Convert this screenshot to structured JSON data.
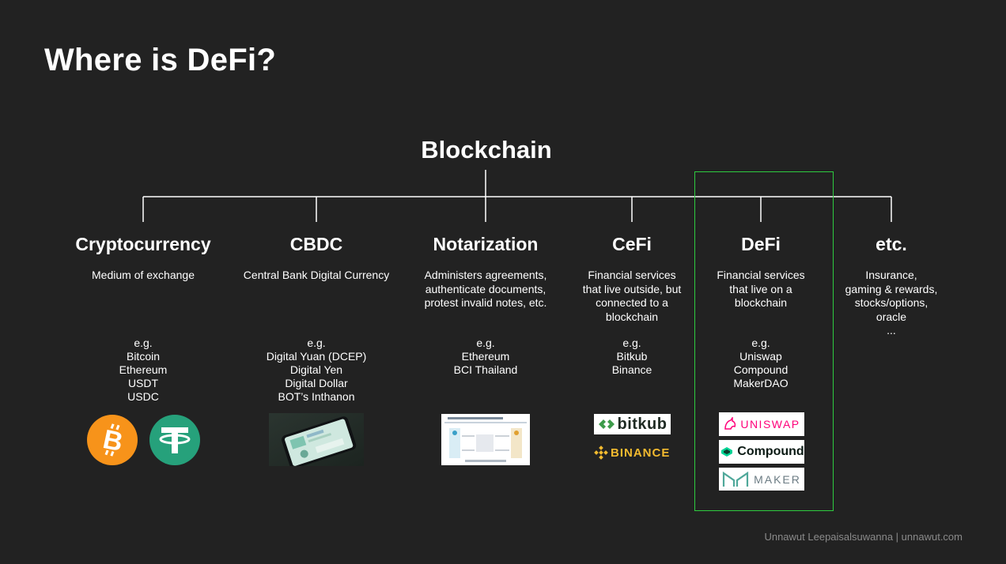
{
  "title": "Where is DeFi?",
  "root": "Blockchain",
  "columns": [
    {
      "heading": "Cryptocurrency",
      "description": [
        "Medium of exchange"
      ],
      "examples": [
        "e.g.",
        "Bitcoin",
        "Ethereum",
        "USDT",
        "USDC"
      ]
    },
    {
      "heading": "CBDC",
      "description": [
        "Central Bank Digital Currency"
      ],
      "examples": [
        "e.g.",
        "Digital Yuan (DCEP)",
        "Digital Yen",
        "Digital Dollar",
        "BOT’s Inthanon"
      ]
    },
    {
      "heading": "Notarization",
      "description": [
        "Administers agreements,",
        "authenticate documents,",
        "protest invalid notes, etc."
      ],
      "examples": [
        "e.g.",
        "Ethereum",
        "BCI Thailand"
      ]
    },
    {
      "heading": "CeFi",
      "description": [
        "Financial services",
        "that live outside, but",
        "connected to a",
        "blockchain"
      ],
      "examples": [
        "e.g.",
        "Bitkub",
        "Binance"
      ]
    },
    {
      "heading": "DeFi",
      "description": [
        "Financial services",
        "that live on a",
        "blockchain"
      ],
      "examples": [
        "e.g.",
        "Uniswap",
        "Compound",
        "MakerDAO"
      ]
    },
    {
      "heading": "etc.",
      "description": [
        "Insurance,",
        "gaming & rewards,",
        "stocks/options,",
        "oracle",
        "..."
      ],
      "examples": []
    }
  ],
  "logos": {
    "bitkub": "bitkub",
    "binance": "BINANCE",
    "uniswap": "UNISWAP",
    "compound": "Compound",
    "maker": "MAKER"
  },
  "icons": [
    "bitcoin-icon",
    "tether-icon",
    "cbdc-phone-image",
    "notarization-diagram-image"
  ],
  "colors": {
    "background": "#222222",
    "highlight": "#2ecc40",
    "bitcoin": "#f7931a",
    "tether": "#26a17b",
    "binance": "#f3ba2f",
    "uniswap": "#ff007a",
    "compound": "#00d395"
  },
  "footer": "Unnawut Leepaisalsuwanna | unnawut.com"
}
